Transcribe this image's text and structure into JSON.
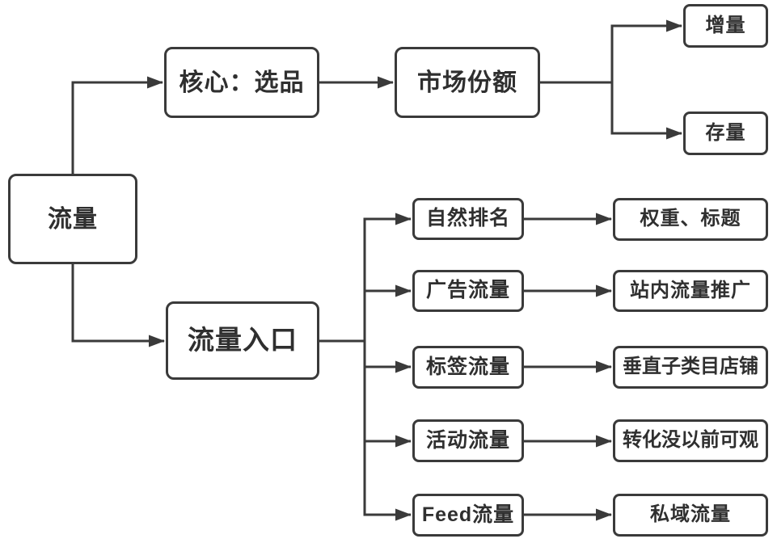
{
  "diagram": {
    "type": "flowchart-mindmap",
    "colors": {
      "line": "#3a3a3a",
      "text": "#2f2f2f",
      "background": "#ffffff"
    },
    "nodes": {
      "root": {
        "label": "流量"
      },
      "core": {
        "label": "核心：选品"
      },
      "market": {
        "label": "市场份额"
      },
      "increment": {
        "label": "增量"
      },
      "stock": {
        "label": "存量"
      },
      "entry": {
        "label": "流量入口"
      },
      "natural": {
        "label": "自然排名"
      },
      "ad": {
        "label": "广告流量"
      },
      "tag": {
        "label": "标签流量"
      },
      "activity": {
        "label": "活动流量"
      },
      "feed": {
        "label": "Feed流量"
      },
      "weight": {
        "label": "权重、标题"
      },
      "promo": {
        "label": "站内流量推广"
      },
      "vertical": {
        "label": "垂直子类目店铺"
      },
      "conversion": {
        "label": "转化没以前可观"
      },
      "private": {
        "label": "私域流量"
      }
    },
    "edges": [
      {
        "from": "root",
        "to": "core"
      },
      {
        "from": "core",
        "to": "market"
      },
      {
        "from": "market",
        "to": "increment"
      },
      {
        "from": "market",
        "to": "stock"
      },
      {
        "from": "root",
        "to": "entry"
      },
      {
        "from": "entry",
        "to": "natural"
      },
      {
        "from": "entry",
        "to": "ad"
      },
      {
        "from": "entry",
        "to": "tag"
      },
      {
        "from": "entry",
        "to": "activity"
      },
      {
        "from": "entry",
        "to": "feed"
      },
      {
        "from": "natural",
        "to": "weight"
      },
      {
        "from": "ad",
        "to": "promo"
      },
      {
        "from": "tag",
        "to": "vertical"
      },
      {
        "from": "activity",
        "to": "conversion"
      },
      {
        "from": "feed",
        "to": "private"
      }
    ]
  }
}
